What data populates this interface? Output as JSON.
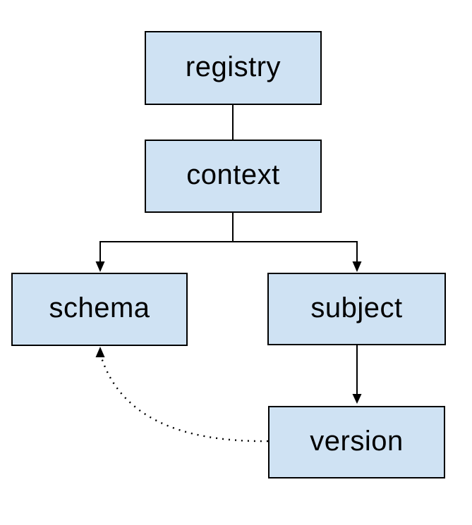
{
  "diagram": {
    "nodes": {
      "registry": {
        "label": "registry"
      },
      "context": {
        "label": "context"
      },
      "schema": {
        "label": "schema"
      },
      "subject": {
        "label": "subject"
      },
      "version": {
        "label": "version"
      }
    },
    "edges": [
      {
        "from": "registry",
        "to": "context",
        "line": "solid",
        "arrowhead": "none"
      },
      {
        "from": "context",
        "to": "schema",
        "line": "solid",
        "arrowhead": "filled-triangle"
      },
      {
        "from": "context",
        "to": "subject",
        "line": "solid",
        "arrowhead": "filled-triangle"
      },
      {
        "from": "subject",
        "to": "version",
        "line": "solid",
        "arrowhead": "filled-triangle"
      },
      {
        "from": "version",
        "to": "schema",
        "line": "dotted",
        "arrowhead": "filled-triangle"
      }
    ],
    "colors": {
      "node_fill": "#cfe2f3",
      "node_border": "#000000",
      "connector": "#000000",
      "text": "#000000",
      "background": "#ffffff"
    }
  }
}
